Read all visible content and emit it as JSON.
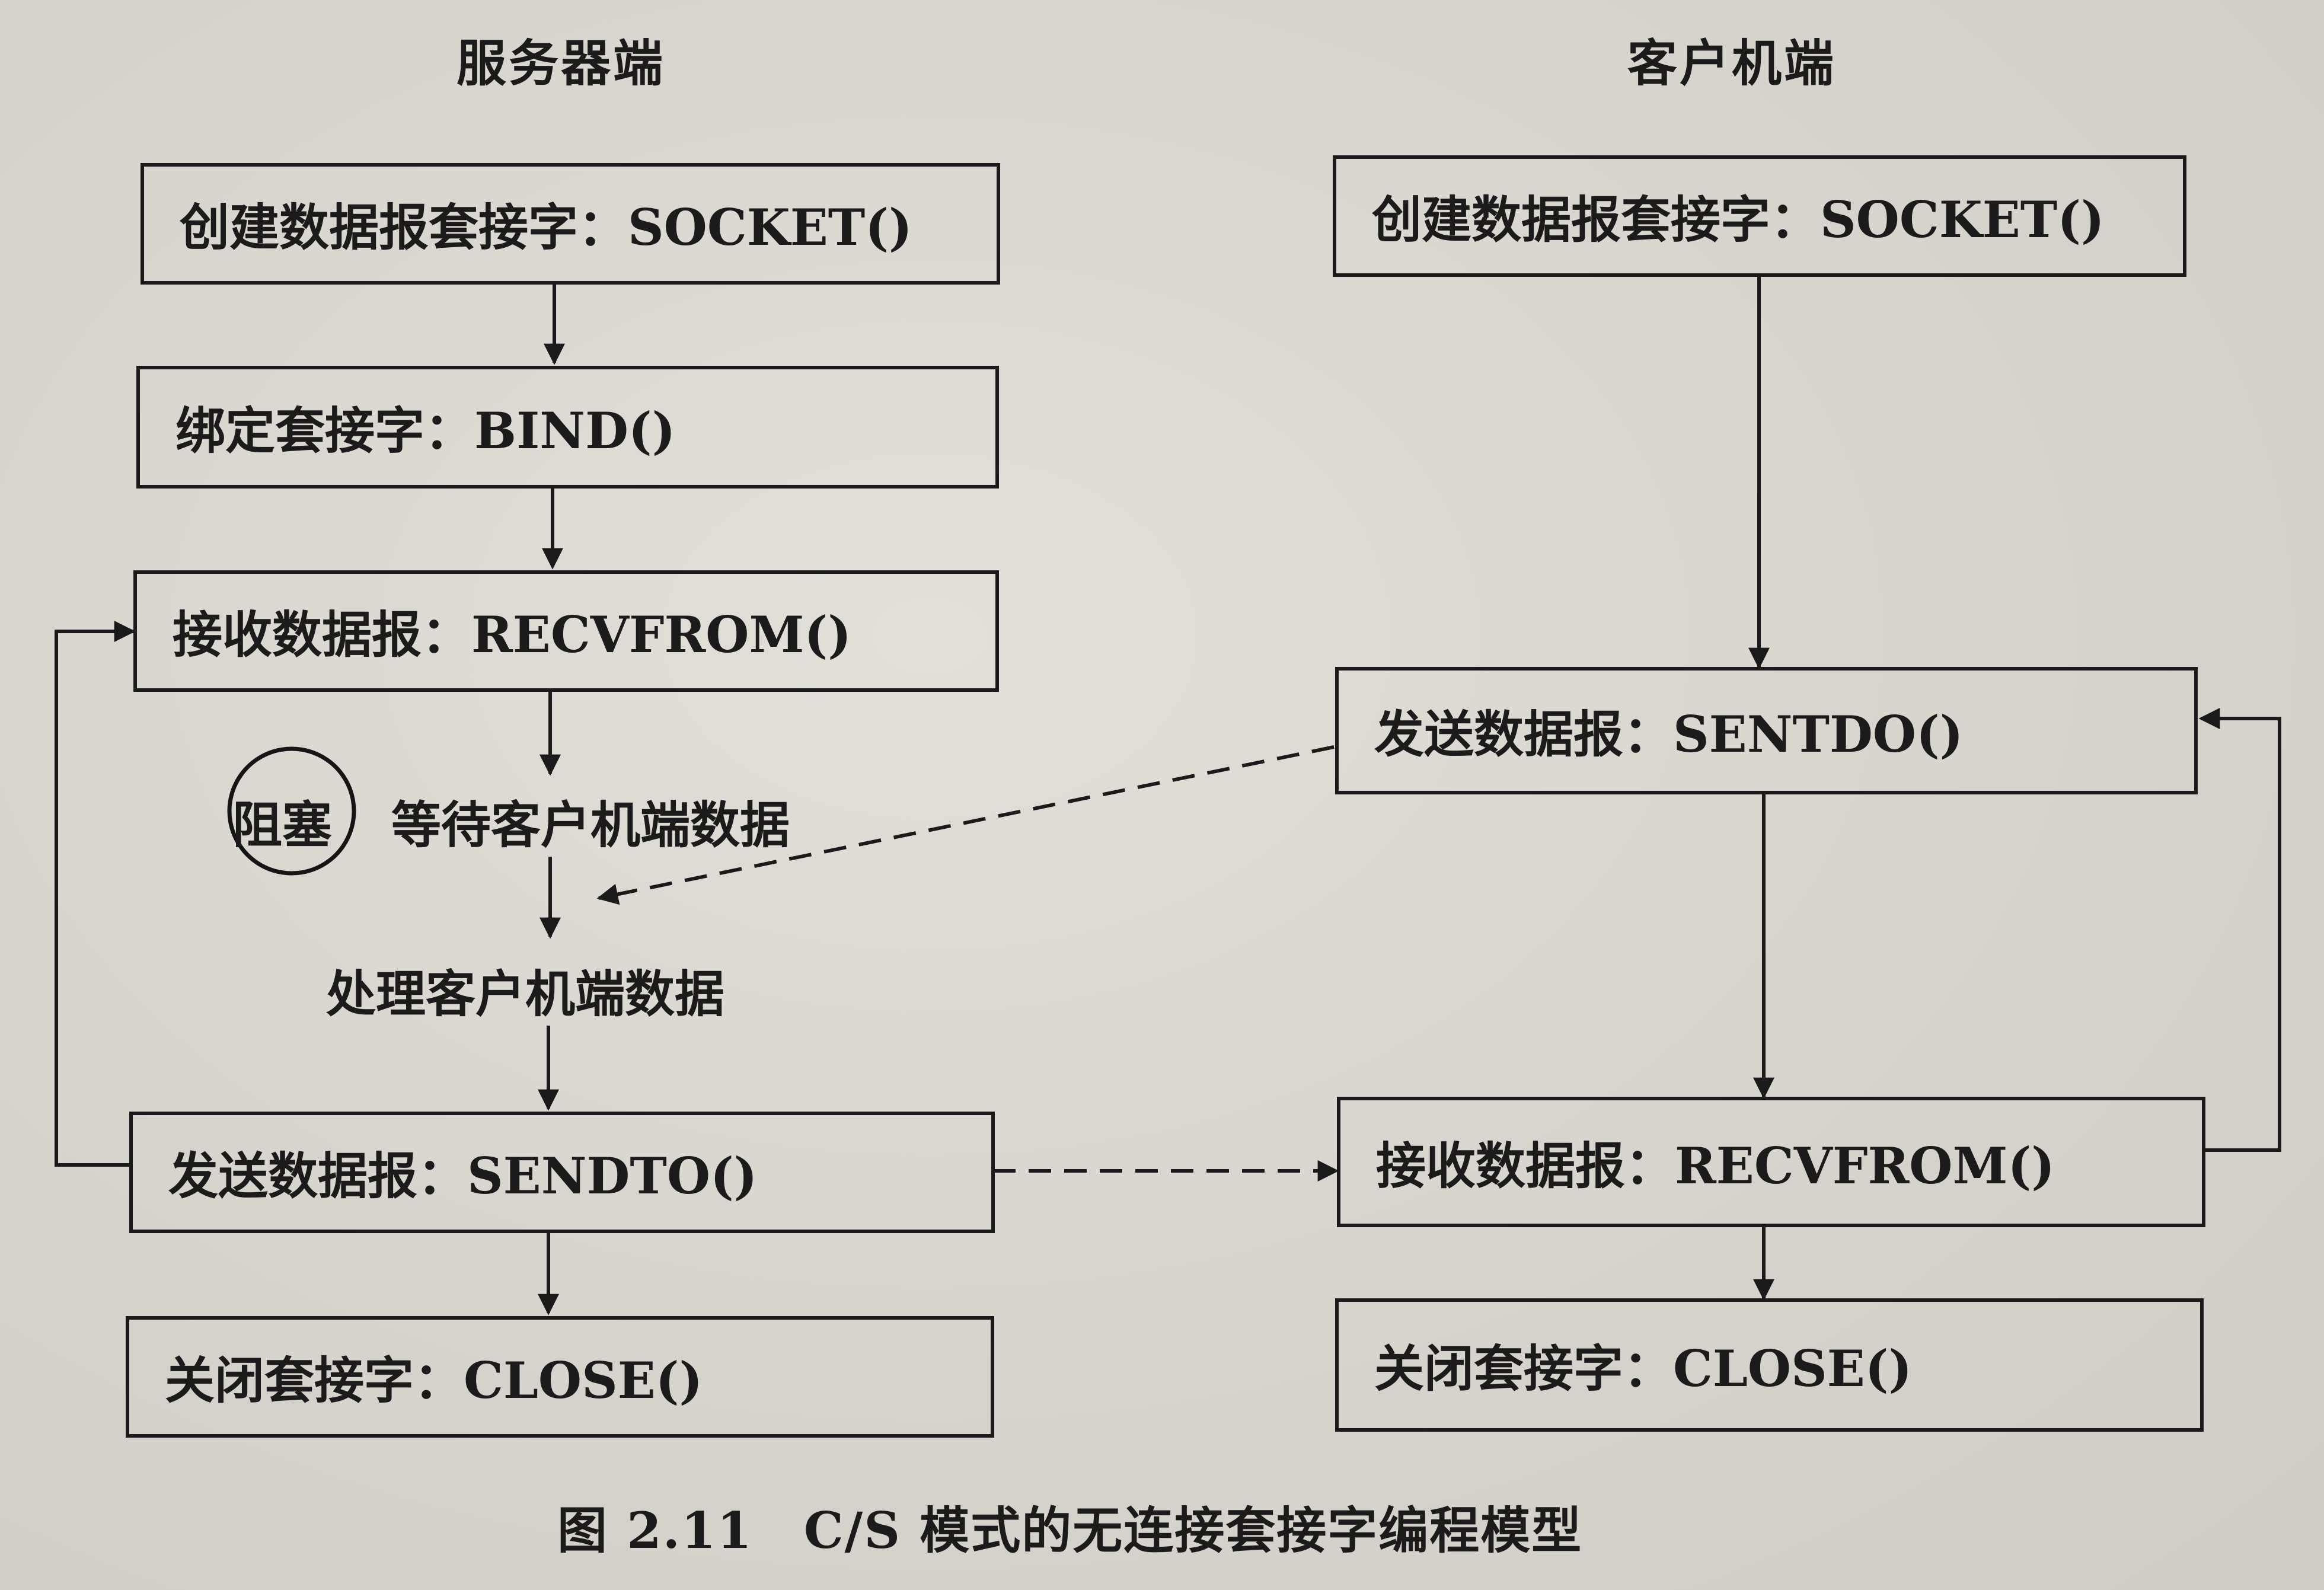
{
  "headers": {
    "server": "服务器端",
    "client": "客户机端"
  },
  "server": {
    "socket": "创建数据报套接字：SOCKET()",
    "bind": "绑定套接字：BIND()",
    "recvfrom": "接收数据报：RECVFROM()",
    "block_note": "阻塞",
    "wait": "等待客户机端数据",
    "process": "处理客户机端数据",
    "sendto": "发送数据报：SENDTO()",
    "close": "关闭套接字：CLOSE()"
  },
  "client": {
    "socket": "创建数据报套接字：SOCKET()",
    "sendto": "发送数据报：SENTDO()",
    "recvfrom": "接收数据报：RECVFROM()",
    "close": "关闭套接字：CLOSE()"
  },
  "caption": "图 2.11　C/S 模式的无连接套接字编程模型"
}
